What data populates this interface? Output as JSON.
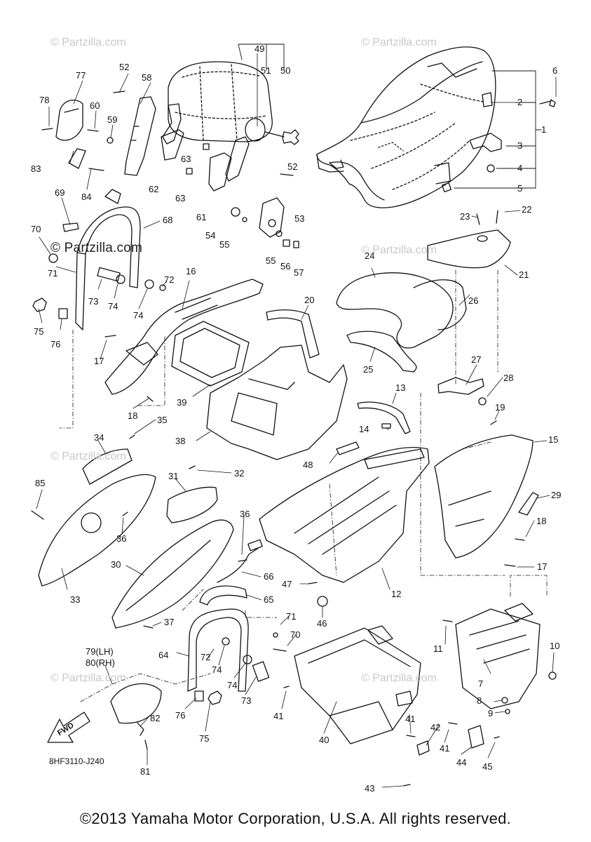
{
  "diagram": {
    "code": "8HF3110-J240",
    "fwd_label": "FWD",
    "copyright": "©2013 Yamaha Motor Corporation, U.S.A. All rights reserved.",
    "watermarks": {
      "light": "© Partzilla.com",
      "strong": "© Partzilla.com"
    },
    "callouts": [
      {
        "id": "c1",
        "text": "1"
      },
      {
        "id": "c2",
        "text": "2"
      },
      {
        "id": "c3",
        "text": "3"
      },
      {
        "id": "c4",
        "text": "4"
      },
      {
        "id": "c5",
        "text": "5"
      },
      {
        "id": "c6",
        "text": "6"
      },
      {
        "id": "c7",
        "text": "7"
      },
      {
        "id": "c8",
        "text": "8"
      },
      {
        "id": "c9",
        "text": "9"
      },
      {
        "id": "c10",
        "text": "10"
      },
      {
        "id": "c11",
        "text": "11"
      },
      {
        "id": "c12",
        "text": "12"
      },
      {
        "id": "c13",
        "text": "13"
      },
      {
        "id": "c14",
        "text": "14"
      },
      {
        "id": "c15",
        "text": "15"
      },
      {
        "id": "c16",
        "text": "16"
      },
      {
        "id": "c17a",
        "text": "17"
      },
      {
        "id": "c17b",
        "text": "17"
      },
      {
        "id": "c18a",
        "text": "18"
      },
      {
        "id": "c18b",
        "text": "18"
      },
      {
        "id": "c19",
        "text": "19"
      },
      {
        "id": "c20",
        "text": "20"
      },
      {
        "id": "c21",
        "text": "21"
      },
      {
        "id": "c22",
        "text": "22"
      },
      {
        "id": "c23",
        "text": "23"
      },
      {
        "id": "c24",
        "text": "24"
      },
      {
        "id": "c25",
        "text": "25"
      },
      {
        "id": "c26",
        "text": "26"
      },
      {
        "id": "c27",
        "text": "27"
      },
      {
        "id": "c28",
        "text": "28"
      },
      {
        "id": "c29",
        "text": "29"
      },
      {
        "id": "c30",
        "text": "30"
      },
      {
        "id": "c31",
        "text": "31"
      },
      {
        "id": "c32",
        "text": "32"
      },
      {
        "id": "c33",
        "text": "33"
      },
      {
        "id": "c34",
        "text": "34"
      },
      {
        "id": "c35",
        "text": "35"
      },
      {
        "id": "c36a",
        "text": "36"
      },
      {
        "id": "c36b",
        "text": "36"
      },
      {
        "id": "c37",
        "text": "37"
      },
      {
        "id": "c38",
        "text": "38"
      },
      {
        "id": "c39",
        "text": "39"
      },
      {
        "id": "c40",
        "text": "40"
      },
      {
        "id": "c41a",
        "text": "41"
      },
      {
        "id": "c41b",
        "text": "41"
      },
      {
        "id": "c41c",
        "text": "41"
      },
      {
        "id": "c42",
        "text": "42"
      },
      {
        "id": "c43",
        "text": "43"
      },
      {
        "id": "c44",
        "text": "44"
      },
      {
        "id": "c45",
        "text": "45"
      },
      {
        "id": "c46",
        "text": "46"
      },
      {
        "id": "c47",
        "text": "47"
      },
      {
        "id": "c48",
        "text": "48"
      },
      {
        "id": "c49",
        "text": "49"
      },
      {
        "id": "c50",
        "text": "50"
      },
      {
        "id": "c51",
        "text": "51"
      },
      {
        "id": "c52a",
        "text": "52"
      },
      {
        "id": "c52b",
        "text": "52"
      },
      {
        "id": "c53",
        "text": "53"
      },
      {
        "id": "c54",
        "text": "54"
      },
      {
        "id": "c55a",
        "text": "55"
      },
      {
        "id": "c55b",
        "text": "55"
      },
      {
        "id": "c56",
        "text": "56"
      },
      {
        "id": "c57",
        "text": "57"
      },
      {
        "id": "c58",
        "text": "58"
      },
      {
        "id": "c59",
        "text": "59"
      },
      {
        "id": "c60",
        "text": "60"
      },
      {
        "id": "c61",
        "text": "61"
      },
      {
        "id": "c62",
        "text": "62"
      },
      {
        "id": "c63a",
        "text": "63"
      },
      {
        "id": "c63b",
        "text": "63"
      },
      {
        "id": "c64",
        "text": "64"
      },
      {
        "id": "c65",
        "text": "65"
      },
      {
        "id": "c66",
        "text": "66"
      },
      {
        "id": "c68",
        "text": "68"
      },
      {
        "id": "c69",
        "text": "69"
      },
      {
        "id": "c70a",
        "text": "70"
      },
      {
        "id": "c70b",
        "text": "70"
      },
      {
        "id": "c71a",
        "text": "71"
      },
      {
        "id": "c71b",
        "text": "71"
      },
      {
        "id": "c72a",
        "text": "72"
      },
      {
        "id": "c72b",
        "text": "72"
      },
      {
        "id": "c73a",
        "text": "73"
      },
      {
        "id": "c73b",
        "text": "73"
      },
      {
        "id": "c74a",
        "text": "74"
      },
      {
        "id": "c74b",
        "text": "74"
      },
      {
        "id": "c74c",
        "text": "74"
      },
      {
        "id": "c74d",
        "text": "74"
      },
      {
        "id": "c75a",
        "text": "75"
      },
      {
        "id": "c75b",
        "text": "75"
      },
      {
        "id": "c76a",
        "text": "76"
      },
      {
        "id": "c76b",
        "text": "76"
      },
      {
        "id": "c77",
        "text": "77"
      },
      {
        "id": "c78",
        "text": "78"
      },
      {
        "id": "c79",
        "text": "79(LH)"
      },
      {
        "id": "c80",
        "text": "80(RH)"
      },
      {
        "id": "c81",
        "text": "81"
      },
      {
        "id": "c82",
        "text": "82"
      },
      {
        "id": "c83",
        "text": "83"
      },
      {
        "id": "c84",
        "text": "84"
      },
      {
        "id": "c85",
        "text": "85"
      }
    ]
  }
}
